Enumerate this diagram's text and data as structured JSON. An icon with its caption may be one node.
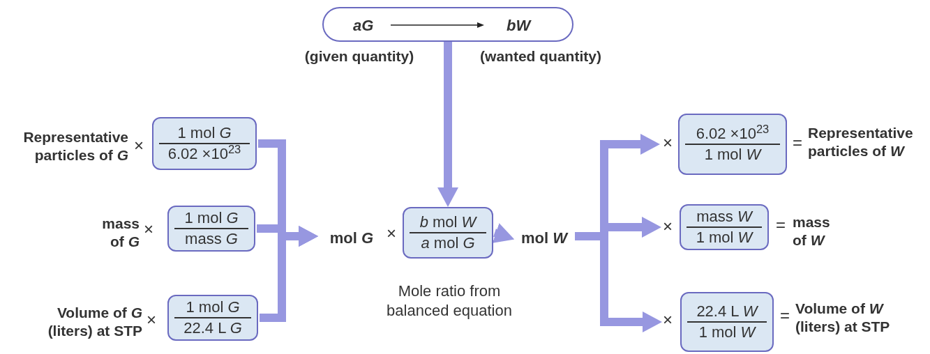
{
  "diagram": {
    "nodes": [
      {
        "text": [
          "aG",
          "bW"
        ],
        "beside": [
          "(given quantity)",
          "(wanted quantity)"
        ]
      },
      {
        "text": [
          "1 mol *G*",
          "6.02 ×10$^{23}$"
        ],
        "beside": [
          "Representative particles of *G*",
          "×"
        ]
      },
      {
        "text": [
          "1 mol *G*",
          "mass *G*"
        ],
        "beside": [
          "mass of *G*",
          "×"
        ]
      },
      {
        "text": [
          "1 mol *G*",
          "22.4 L *G*"
        ],
        "beside": [
          "Volume of *G* (liters) at STP",
          "×"
        ]
      },
      {
        "text": [
          "mol *G*"
        ]
      },
      {
        "text": [
          "*b* mol *W*",
          "*a* mol *G*"
        ],
        "beside": [
          "×",
          "Mole ratio from balanced equation"
        ]
      },
      {
        "text": [
          "mol *W*"
        ]
      },
      {
        "text": [
          "6.02 ×10$^{23}$",
          "1 mol *W*"
        ],
        "beside": [
          "×",
          "=",
          "Representative particles of *W*"
        ]
      },
      {
        "text": [
          "mass *W*",
          "1 mol *W*"
        ],
        "beside": [
          "×",
          "=",
          "mass of *W*"
        ]
      },
      {
        "text": [
          "22.4 L *W*",
          "1 mol *W*"
        ],
        "beside": [
          "×",
          "=",
          "Volume of *W* (liters) at STP"
        ]
      }
    ],
    "edges": [
      {
        "from": 1,
        "to": 4,
        "arrow": "to"
      },
      {
        "from": 2,
        "to": 4,
        "arrow": "to"
      },
      {
        "from": 3,
        "to": 4,
        "arrow": "to"
      },
      {
        "from": 0,
        "to": 5,
        "arrow": "to"
      },
      {
        "from": 5,
        "to": 6,
        "arrow": "to"
      },
      {
        "from": 6,
        "to": 7,
        "arrow": "to"
      },
      {
        "from": 6,
        "to": 8,
        "arrow": "to"
      },
      {
        "from": 6,
        "to": 9,
        "arrow": "to"
      }
    ]
  }
}
